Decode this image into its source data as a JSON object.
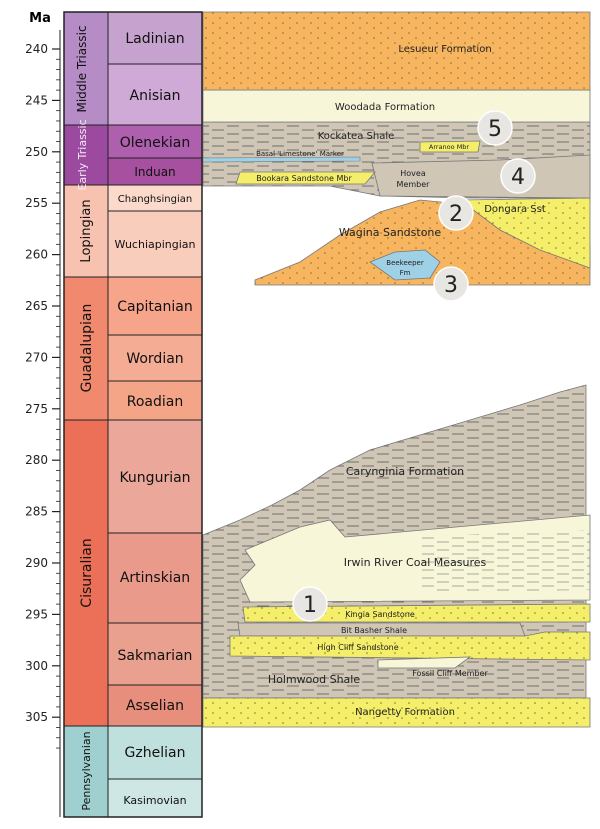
{
  "axis": {
    "label": "Ma",
    "ticks": [
      "240",
      "245",
      "250",
      "255",
      "260",
      "265",
      "270",
      "275",
      "280",
      "285",
      "290",
      "295",
      "300",
      "305"
    ]
  },
  "series": [
    {
      "name": "Middle Triassic",
      "color": "#b58cc6"
    },
    {
      "name": "Early Triassic",
      "color": "#9b4aa0"
    },
    {
      "name": "Lopingian",
      "color": "#f7c2b0"
    },
    {
      "name": "Guadalupian",
      "color": "#f0896e"
    },
    {
      "name": "Cisuralian",
      "color": "#ec6f58"
    },
    {
      "name": "Pennsylvanian",
      "color": "#9fcfcf"
    }
  ],
  "stages": [
    {
      "name": "Ladinian",
      "color": "#c6a3cf"
    },
    {
      "name": "Anisian",
      "color": "#cfaad6"
    },
    {
      "name": "Olenekian",
      "color": "#ae5fae"
    },
    {
      "name": "Induan",
      "color": "#a6509f"
    },
    {
      "name": "Changhsingian",
      "color": "#fbd9cb"
    },
    {
      "name": "Wuchiapingian",
      "color": "#f9cdbc"
    },
    {
      "name": "Capitanian",
      "color": "#f6a58a"
    },
    {
      "name": "Wordian",
      "color": "#f4ad94"
    },
    {
      "name": "Roadian",
      "color": "#f4a588"
    },
    {
      "name": "Kungurian",
      "color": "#eaa79a"
    },
    {
      "name": "Artinskian",
      "color": "#ea9a8a"
    },
    {
      "name": "Sakmarian",
      "color": "#e9a08e"
    },
    {
      "name": "Asselian",
      "color": "#e88e7c"
    },
    {
      "name": "Gzhelian",
      "color": "#bfe0dc"
    },
    {
      "name": "Kasimovian",
      "color": "#cfe7e4"
    }
  ],
  "formations": {
    "lesueur": "Lesueur Formation",
    "woodada": "Woodada Formation",
    "kockatea": "Kockatea Shale",
    "basal_marker": "Basal 'Limestone' Marker",
    "arranoo": "Arranoo Mbr",
    "bookara": "Bookara Sandstone Mbr",
    "hovea_1": "Hovea",
    "hovea_2": "Member",
    "dongara": "Dongara Sst",
    "wagina": "Wagina Sandstone",
    "beekeeper_1": "Beekeeper",
    "beekeeper_2": "Fm",
    "carynginia": "Carynginia Formation",
    "irwin": "Irwin River Coal Measures",
    "kingia": "Kingia Sandstone",
    "bit_basher": "Bit Basher Shale",
    "high_cliff": "High Cliff Sandstone",
    "fossil_cliff": "Fossil Cliff Member",
    "holmwood": "Holmwood Shale",
    "nangetty": "Nangetty Formation"
  },
  "markers": [
    "1",
    "2",
    "3",
    "4",
    "5"
  ],
  "colors": {
    "sand_orange": "#f6b55e",
    "sand_yellow": "#f4ee6a",
    "shale": "#cfc6b6",
    "coal_cream": "#f7f6d8",
    "beekeeper_blue": "#9ed0e6",
    "marker_circle": "#e8e6e2"
  }
}
